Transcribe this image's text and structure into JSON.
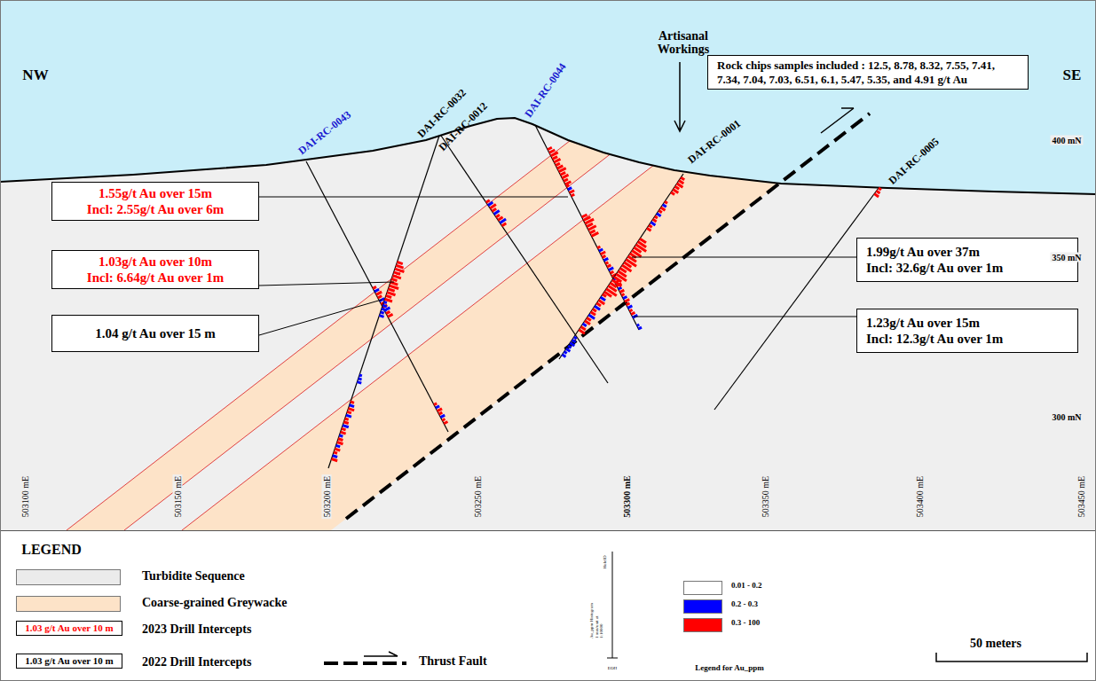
{
  "diagram": {
    "nodes": [
      {
        "text": [
          "Rock chips samples included : 12.5, 8.78, 8.32, 7.55, 7.41, 7.34, 7.04, 7.03, 6.51, 6.1, 5.47, 5.35, and 4.91 g/t Au"
        ]
      },
      {
        "text": [
          "1.55g/t Au over 15m",
          "Incl: 2.55g/t Au over 6m"
        ]
      },
      {
        "text": [
          "1.03g/t Au over 10m",
          "Incl: 6.64g/t Au over 1m"
        ]
      },
      {
        "text": [
          "1.04 g/t Au over 15 m"
        ]
      },
      {
        "text": [
          "1.99g/t Au over 37m",
          "Incl: 32.6g/t Au over 1m"
        ]
      },
      {
        "text": [
          "1.23g/t Au over 15m",
          "Incl: 12.3g/t Au over 1m"
        ]
      },
      {
        "text": [
          "1.03 g/t Au over 10 m"
        ]
      },
      {
        "text": [
          "1.03 g/t Au over 10 m"
        ]
      }
    ],
    "labels": [
      "NW",
      "SE",
      "DAI-RC-0043",
      "DAI-RC-0032",
      "DAI-RC-0012",
      "DAI-RC-0044",
      "Artisanal Workings",
      "DAI-RC-0001",
      "DAI-RC-0005",
      "400 mN",
      "350 mN",
      "300 mN",
      "503100 mE",
      "503150 mE",
      "503200 mE",
      "503250 mE",
      "503300 mE",
      "503350 mE",
      "503400 mE",
      "503450 mE",
      "LEGEND",
      "HoleID",
      "Au_ppm Histogram 1 mm/unit at 1:10000",
      "EOH",
      "Legend for Au_ppm",
      "50 meters"
    ],
    "legend": [
      {
        "text": "Turbidite Sequence",
        "color": "#ebebeb"
      },
      {
        "text": "Coarse-grained Greywacke",
        "color": "#fde3c8"
      },
      {
        "text": "2023 Drill Intercepts"
      },
      {
        "text": "2022 Drill Intercepts"
      },
      {
        "text": "Thrust Fault"
      },
      {
        "text": "0.01 - 0.2",
        "color": "#ffffff"
      },
      {
        "text": "0.2 - 0.3",
        "color": "#0000ff"
      },
      {
        "text": "0.3 - 100",
        "color": "#ff0000"
      }
    ]
  }
}
